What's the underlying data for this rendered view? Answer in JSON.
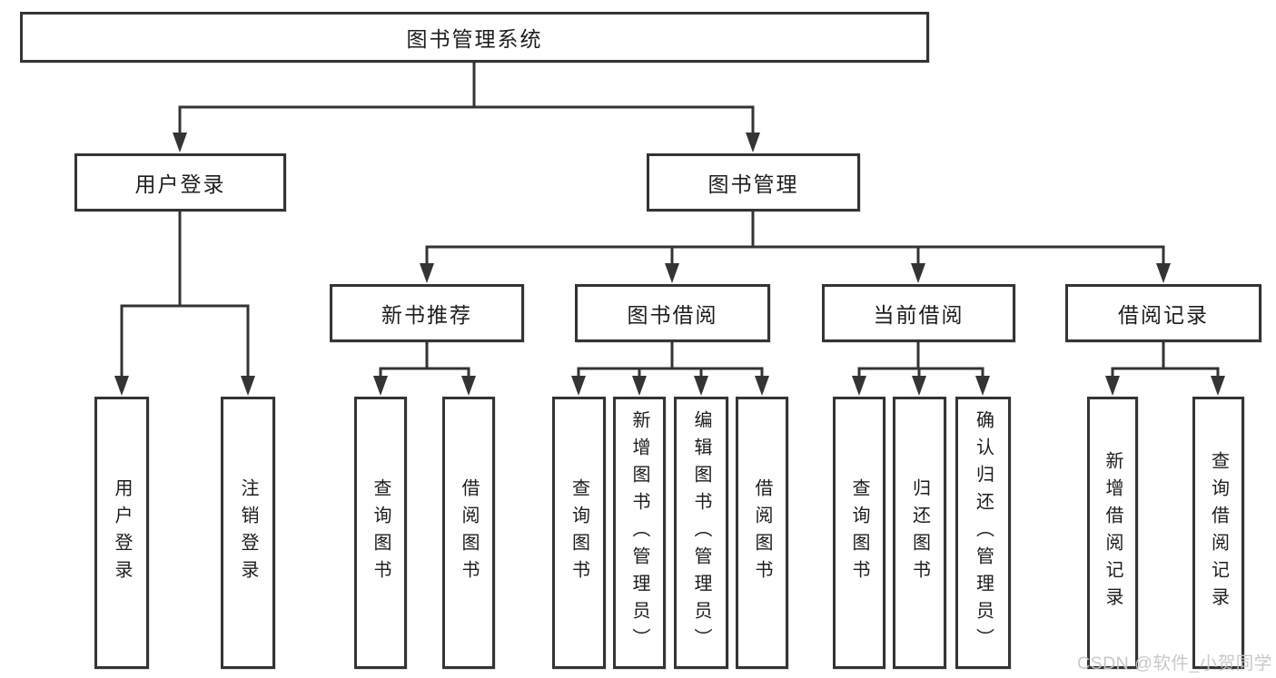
{
  "diagram": {
    "root": {
      "label": "图书管理系统"
    },
    "branches": [
      {
        "label": "用户登录",
        "children": [
          {
            "label": "用户登录"
          },
          {
            "label": "注销登录"
          }
        ]
      },
      {
        "label": "图书管理",
        "children": [
          {
            "label": "新书推荐",
            "children": [
              {
                "label": "查询图书"
              },
              {
                "label": "借阅图书"
              }
            ]
          },
          {
            "label": "图书借阅",
            "children": [
              {
                "label": "查询图书"
              },
              {
                "label": "新增图书（管理员）"
              },
              {
                "label": "编辑图书（管理员）"
              },
              {
                "label": "借阅图书"
              }
            ]
          },
          {
            "label": "当前借阅",
            "children": [
              {
                "label": "查询图书"
              },
              {
                "label": "归还图书"
              },
              {
                "label": "确认归还（管理员）"
              }
            ]
          },
          {
            "label": "借阅记录",
            "children": [
              {
                "label": "新增借阅记录"
              },
              {
                "label": "查询借阅记录"
              }
            ]
          }
        ]
      }
    ]
  },
  "watermark": {
    "text": "CSDN @软件_小贺同学"
  },
  "colors": {
    "line": "#343434",
    "box_border": "#343434",
    "text": "#1d1d1d",
    "background": "#ffffff",
    "watermark": "#c6c6c6"
  }
}
